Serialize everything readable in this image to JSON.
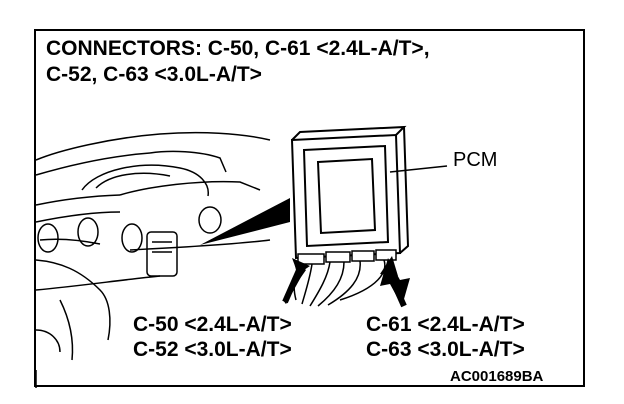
{
  "title": {
    "line1": "CONNECTORS: C-50, C-61 <2.4L-A/T>,",
    "line2": "C-52, C-63 <3.0L-A/T>"
  },
  "labels": {
    "pcm": "PCM",
    "left_connector_line1": "C-50 <2.4L-A/T>",
    "left_connector_line2": "C-52 <3.0L-A/T>",
    "right_connector_line1": "C-61 <2.4L-A/T>",
    "right_connector_line2": "C-63 <3.0L-A/T>",
    "figure_code": "AC001689BA"
  }
}
